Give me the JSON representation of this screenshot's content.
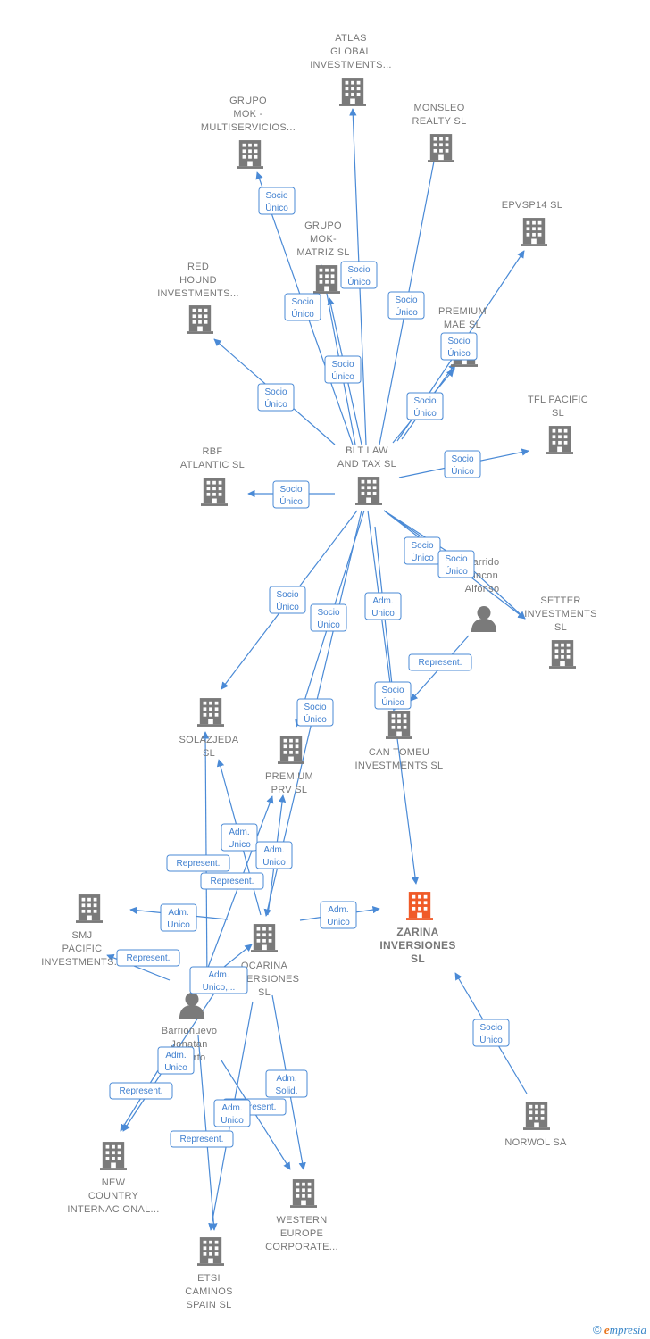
{
  "colors": {
    "company": "#7a7a7a",
    "focus": "#f05a28",
    "person": "#7a7a7a",
    "edge": "#4a8ad6"
  },
  "footer": {
    "copyright": "©",
    "brand_initial": "e",
    "brand_rest": "mpresia"
  },
  "nodes": [
    {
      "id": "atlas",
      "type": "company",
      "lines": [
        "ATLAS",
        "GLOBAL",
        "INVESTMENTS..."
      ]
    },
    {
      "id": "grupo_mok",
      "type": "company",
      "lines": [
        "GRUPO",
        "MOK -",
        "MULTISERVICIOS..."
      ]
    },
    {
      "id": "monsleo",
      "type": "company",
      "lines": [
        "MONSLEO",
        "REALTY  SL"
      ]
    },
    {
      "id": "epvsp14",
      "type": "company",
      "lines": [
        "EPVSP14  SL"
      ]
    },
    {
      "id": "grupo_mok_matriz",
      "type": "company",
      "lines": [
        "GRUPO",
        "MOK-",
        "MATRIZ  SL"
      ]
    },
    {
      "id": "red_hound",
      "type": "company",
      "lines": [
        "RED",
        "HOUND",
        "INVESTMENTS..."
      ]
    },
    {
      "id": "premium_mae",
      "type": "company",
      "lines": [
        "PREMIUM",
        "MAE  SL"
      ]
    },
    {
      "id": "tfl_pacific",
      "type": "company",
      "lines": [
        "TFL PACIFIC",
        "SL"
      ]
    },
    {
      "id": "rbf_atlantic",
      "type": "company",
      "lines": [
        "RBF",
        "ATLANTIC  SL"
      ]
    },
    {
      "id": "blt_law",
      "type": "company",
      "lines": [
        "BLT LAW",
        "AND TAX  SL"
      ]
    },
    {
      "id": "garrido",
      "type": "person",
      "lines": [
        "Garrido",
        "Rincon",
        "Alfonso"
      ]
    },
    {
      "id": "setter",
      "type": "company",
      "lines": [
        "SETTER",
        "INVESTMENTS",
        "SL"
      ]
    },
    {
      "id": "solazjeda",
      "type": "company",
      "lines": [
        "SOLAZJEDA",
        "SL"
      ]
    },
    {
      "id": "premium_prv",
      "type": "company",
      "lines": [
        "PREMIUM",
        "PRV  SL"
      ]
    },
    {
      "id": "can_tomeu",
      "type": "company",
      "lines": [
        "CAN TOMEU",
        "INVESTMENTS SL"
      ]
    },
    {
      "id": "smj_pacific",
      "type": "company",
      "lines": [
        "SMJ",
        "PACIFIC",
        "INVESTMENTS..."
      ]
    },
    {
      "id": "ocarina",
      "type": "company",
      "lines": [
        "OCARINA",
        "INVERSIONES",
        "SL"
      ]
    },
    {
      "id": "zarina",
      "type": "focus",
      "lines": [
        "ZARINA",
        "INVERSIONES",
        "SL"
      ]
    },
    {
      "id": "barrionuevo",
      "type": "person",
      "lines": [
        "Barrionuevo",
        "Jonatan",
        "Alberto"
      ]
    },
    {
      "id": "norwol",
      "type": "company",
      "lines": [
        "NORWOL SA"
      ]
    },
    {
      "id": "new_country",
      "type": "company",
      "lines": [
        "NEW",
        "COUNTRY",
        "INTERNACIONAL..."
      ]
    },
    {
      "id": "western_europe",
      "type": "company",
      "lines": [
        "WESTERN",
        "EUROPE",
        "CORPORATE..."
      ]
    },
    {
      "id": "etsi",
      "type": "company",
      "lines": [
        "ETSI",
        "CAMINOS",
        "SPAIN  SL"
      ]
    }
  ],
  "edges": [
    {
      "from": "blt_law",
      "to": "atlas",
      "lines": [
        "Socio",
        "Único"
      ]
    },
    {
      "from": "blt_law",
      "to": "grupo_mok",
      "lines": [
        "Socio",
        "Único"
      ]
    },
    {
      "from": "blt_law",
      "to": "monsleo",
      "lines": [
        "Socio",
        "Único"
      ]
    },
    {
      "from": "blt_law",
      "to": "epvsp14",
      "lines": [
        "Socio",
        "Único"
      ]
    },
    {
      "from": "blt_law",
      "to": "grupo_mok_matriz",
      "lines": [
        "Socio",
        "Único"
      ]
    },
    {
      "from": "blt_law",
      "to": "grupo_mok_matriz",
      "lines": [
        "Socio",
        "Único"
      ]
    },
    {
      "from": "blt_law",
      "to": "red_hound",
      "lines": [
        "Socio",
        "Único"
      ]
    },
    {
      "from": "blt_law",
      "to": "premium_mae",
      "lines": [
        "Socio",
        "Único"
      ]
    },
    {
      "from": "blt_law",
      "to": "premium_mae",
      "lines": [
        "Socio",
        "Único"
      ]
    },
    {
      "from": "blt_law",
      "to": "tfl_pacific",
      "lines": [
        "Socio",
        "Único"
      ]
    },
    {
      "from": "blt_law",
      "to": "rbf_atlantic",
      "lines": [
        "Socio",
        "Único"
      ]
    },
    {
      "from": "blt_law",
      "to": "setter",
      "lines": [
        "Socio",
        "Único"
      ]
    },
    {
      "from": "blt_law",
      "to": "setter",
      "lines": [
        "Socio",
        "Único"
      ]
    },
    {
      "from": "blt_law",
      "to": "solazjeda",
      "lines": [
        "Socio",
        "Único"
      ]
    },
    {
      "from": "blt_law",
      "to": "premium_prv",
      "lines": [
        "Socio",
        "Único"
      ]
    },
    {
      "from": "blt_law",
      "to": "ocarina",
      "lines": [
        "Socio",
        "Único"
      ]
    },
    {
      "from": "blt_law",
      "to": "can_tomeu",
      "lines": [
        "Adm.",
        "Unico"
      ]
    },
    {
      "from": "blt_law",
      "to": "zarina",
      "lines": [
        "Socio",
        "Único"
      ]
    },
    {
      "from": "garrido",
      "to": "can_tomeu",
      "lines": [
        "Represent."
      ]
    },
    {
      "from": "ocarina",
      "to": "solazjeda",
      "lines": [
        "Adm.",
        "Unico"
      ]
    },
    {
      "from": "ocarina",
      "to": "premium_prv",
      "lines": [
        "Adm.",
        "Unico"
      ]
    },
    {
      "from": "ocarina",
      "to": "smj_pacific",
      "lines": [
        "Adm.",
        "Unico"
      ]
    },
    {
      "from": "ocarina",
      "to": "zarina",
      "lines": [
        "Adm.",
        "Unico"
      ]
    },
    {
      "from": "barrionuevo",
      "to": "solazjeda",
      "lines": [
        "Represent."
      ]
    },
    {
      "from": "barrionuevo",
      "to": "premium_prv",
      "lines": [
        "Represent."
      ]
    },
    {
      "from": "barrionuevo",
      "to": "smj_pacific",
      "lines": [
        "Represent."
      ]
    },
    {
      "from": "barrionuevo",
      "to": "ocarina",
      "lines": [
        "Adm.",
        "Unico,..."
      ]
    },
    {
      "from": "ocarina",
      "to": "new_country",
      "lines": [
        "Adm.",
        "Unico"
      ]
    },
    {
      "from": "barrionuevo",
      "to": "new_country",
      "lines": [
        "Represent."
      ]
    },
    {
      "from": "ocarina",
      "to": "western_europe",
      "lines": [
        "Adm.",
        "Solid."
      ]
    },
    {
      "from": "barrionuevo",
      "to": "western_europe",
      "lines": [
        "Represent."
      ]
    },
    {
      "from": "ocarina",
      "to": "etsi",
      "lines": [
        "Adm.",
        "Unico"
      ]
    },
    {
      "from": "barrionuevo",
      "to": "etsi",
      "lines": [
        "Represent."
      ]
    },
    {
      "from": "norwol",
      "to": "zarina",
      "lines": [
        "Socio",
        "Único"
      ]
    }
  ]
}
